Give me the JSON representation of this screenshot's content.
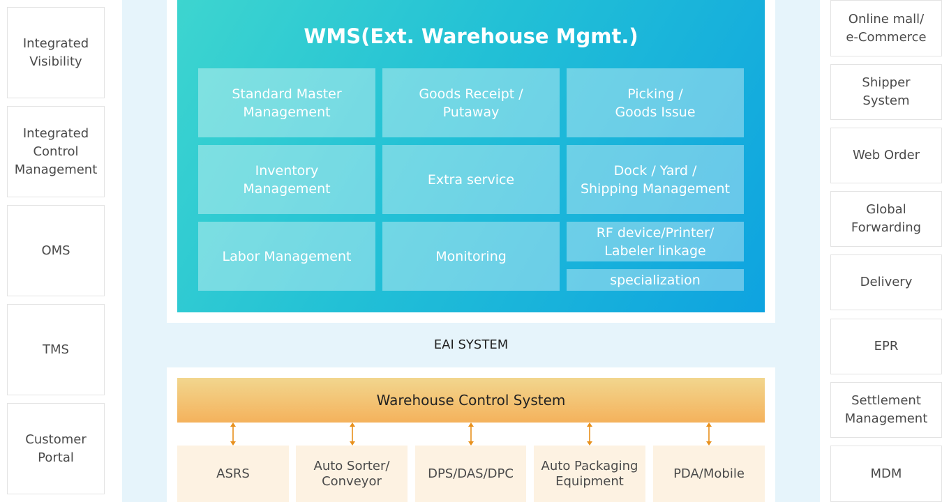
{
  "left_systems": [
    "Integrated\nVisibility",
    "Integrated\nControl\nManagement",
    "OMS",
    "TMS",
    "Customer\nPortal"
  ],
  "right_systems": [
    "Online mall/\ne-Commerce",
    "Shipper\nSystem",
    "Web Order",
    "Global\nForwarding",
    "Delivery",
    "EPR",
    "Settlement\nManagement",
    "MDM"
  ],
  "wms": {
    "title": "WMS(Ext. Warehouse Mgmt.)",
    "modules": [
      "Standard Master\nManagement",
      "Goods Receipt /\nPutaway",
      "Picking /\nGoods Issue",
      "Inventory\nManagement",
      "Extra service",
      "Dock / Yard /\nShipping Management",
      "Labor Management",
      "Monitoring",
      "RF device/Printer/\nLabeler linkage",
      "specialization"
    ]
  },
  "eai_label": "EAI SYSTEM",
  "wcs_label": "Warehouse Control System",
  "equipment": [
    "ASRS",
    "Auto Sorter/\nConveyor",
    "DPS/DAS/DPC",
    "Auto Packaging\nEquipment",
    "PDA/Mobile"
  ],
  "colors": {
    "wms_gradient_start": "#3dd5cf",
    "wms_gradient_end": "#0ea3e0",
    "wcs_gradient_start": "#f2d68e",
    "wcs_gradient_end": "#f4b25c",
    "arrow": "#e8901c",
    "center_background": "#e6f4fb",
    "equipment_background": "#fdf2e2"
  },
  "icons": {
    "connector": "double-headed-arrow-icon"
  }
}
